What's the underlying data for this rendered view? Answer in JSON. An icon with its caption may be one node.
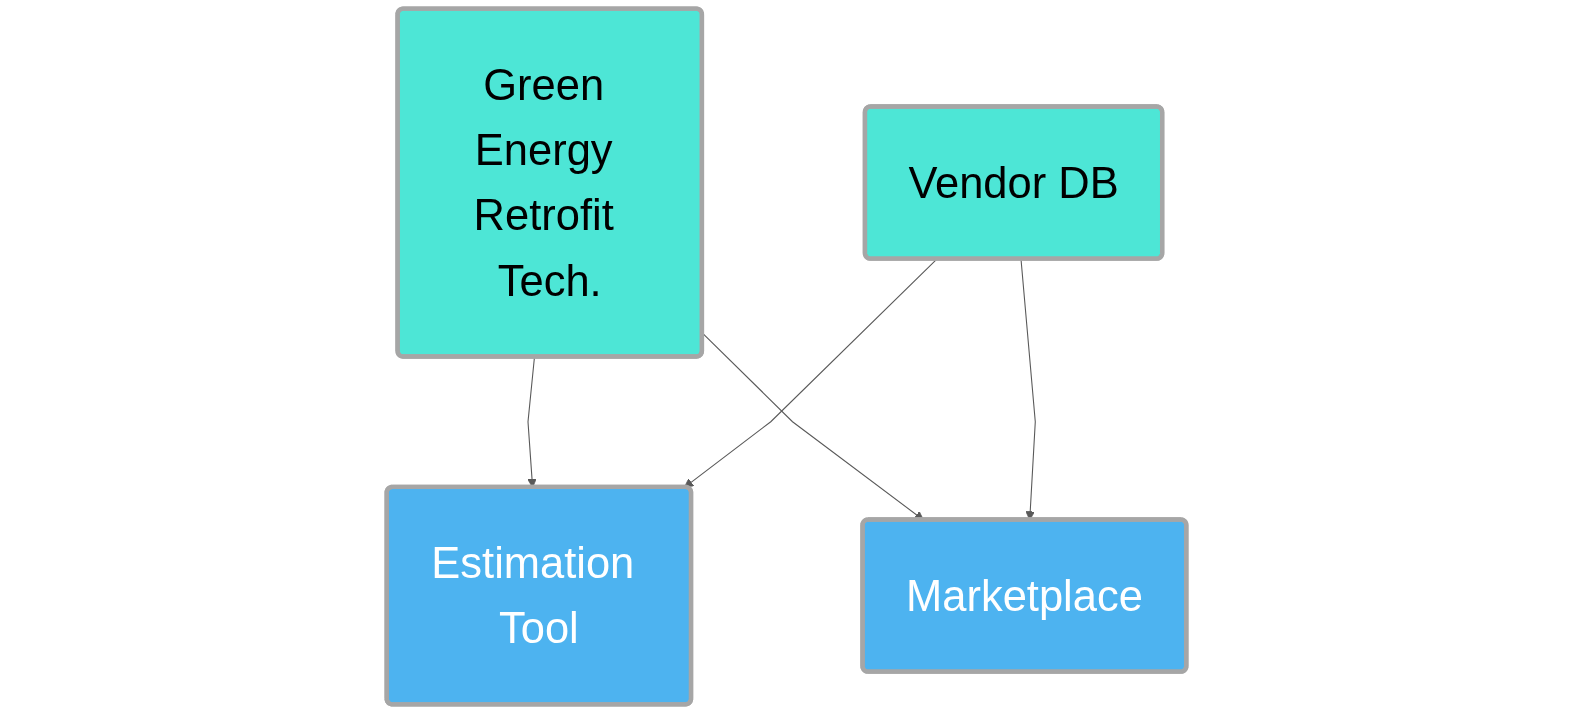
{
  "diagram": {
    "nodes": [
      {
        "text": [
          "Green Energy Retrofit Tech."
        ]
      },
      {
        "text": [
          "Vendor DB"
        ]
      },
      {
        "text": [
          "Estimation Tool"
        ]
      },
      {
        "text": [
          "Marketplace"
        ]
      }
    ],
    "edges": [
      {
        "from": 0,
        "to": 2,
        "arrow": "to"
      },
      {
        "from": 0,
        "to": 3,
        "arrow": "to"
      },
      {
        "from": 1,
        "to": 2,
        "arrow": "to"
      },
      {
        "from": 1,
        "to": 3,
        "arrow": "to"
      }
    ]
  }
}
